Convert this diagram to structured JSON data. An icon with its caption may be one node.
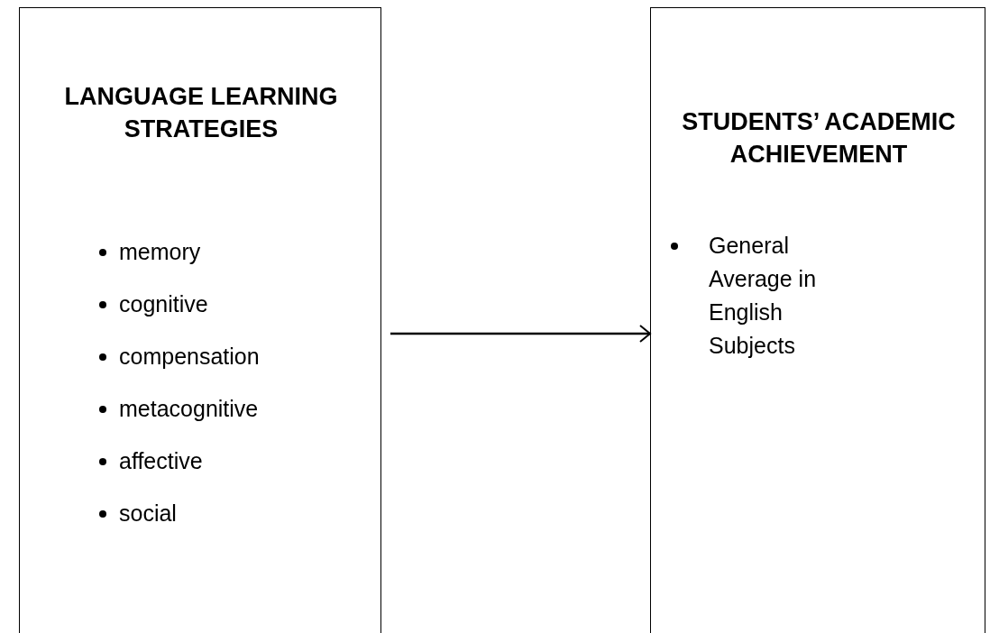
{
  "diagram": {
    "nodes": [
      {
        "text": [
          "LANGUAGE LEARNING STRATEGIES",
          "memory",
          "cognitive",
          "compensation",
          "metacognitive",
          "affective",
          "social"
        ]
      },
      {
        "text": [
          "STUDENTS’ ACADEMIC ACHIEVEMENT",
          "General Average in English Subjects"
        ]
      }
    ],
    "edges": [
      {
        "from": 0,
        "to": 1,
        "arrow": "to"
      }
    ]
  }
}
